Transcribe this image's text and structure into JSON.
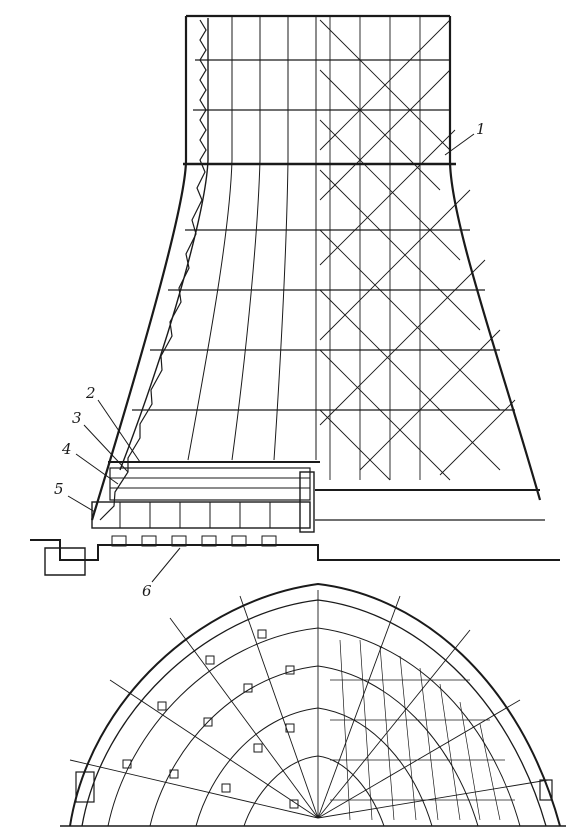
{
  "figure": {
    "callouts": [
      {
        "id": "1",
        "label": "1"
      },
      {
        "id": "2",
        "label": "2"
      },
      {
        "id": "3",
        "label": "3"
      },
      {
        "id": "4",
        "label": "4"
      },
      {
        "id": "5",
        "label": "5"
      },
      {
        "id": "6",
        "label": "6"
      }
    ]
  },
  "style": {
    "ink": "#1a1a1a",
    "paper": "#ffffff"
  }
}
